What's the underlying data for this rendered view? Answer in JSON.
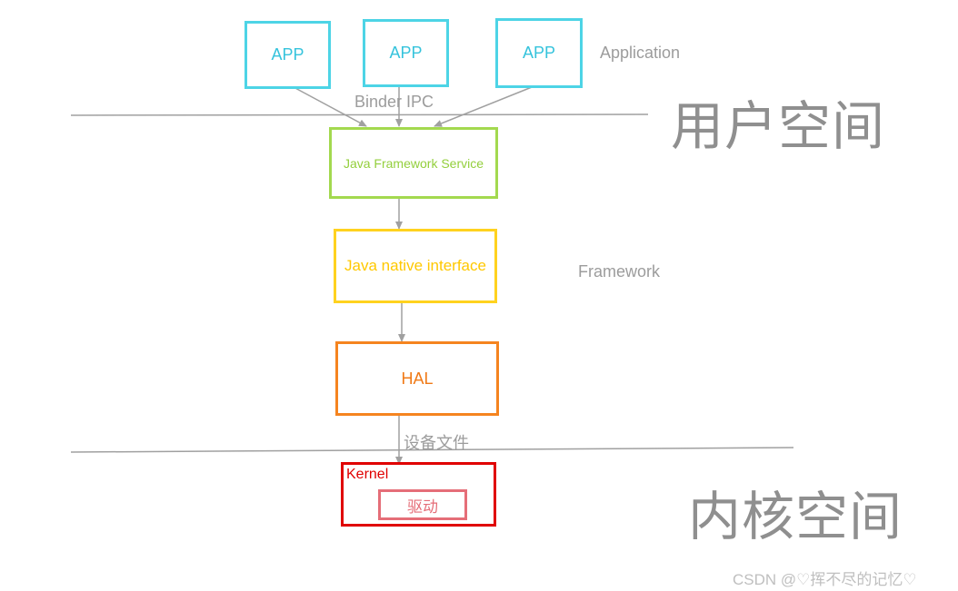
{
  "apps": [
    {
      "label": "APP"
    },
    {
      "label": "APP"
    },
    {
      "label": "APP"
    }
  ],
  "labels": {
    "application": "Application",
    "binder_ipc": "Binder IPC",
    "user_space": "用户空间",
    "framework": "Framework",
    "device_file": "设备文件",
    "kernel_space": "内核空间"
  },
  "boxes": {
    "java_framework_service": "Java Framework Service",
    "java_native_interface": "Java native interface",
    "hal": "HAL",
    "kernel": "Kernel",
    "driver": "驱动"
  },
  "watermark": "CSDN @♡挥不尽的记忆♡",
  "colors": {
    "app": "#4dd4e6",
    "framework_service": "#a3d94f",
    "jni": "#ffd21f",
    "hal": "#f5841f",
    "kernel": "#e00000",
    "driver": "#e56e78",
    "lines": "#a0a0a0"
  }
}
